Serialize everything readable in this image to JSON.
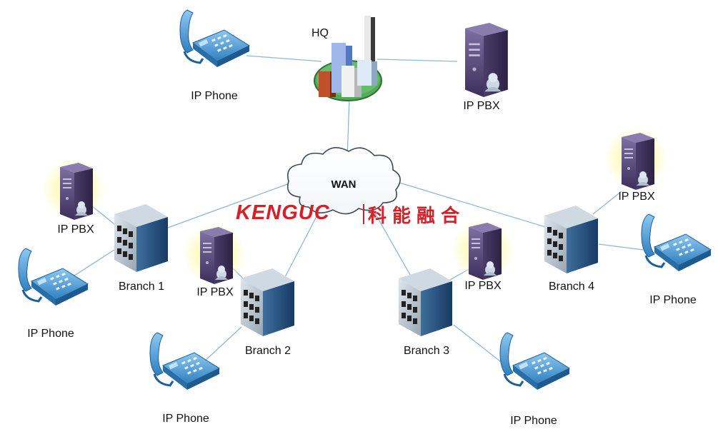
{
  "labels": {
    "hq": "HQ",
    "wan": "WAN",
    "hq_pbx": "IP PBX",
    "hq_phone": "IP Phone",
    "branch1": "Branch 1",
    "branch1_pbx": "IP PBX",
    "branch1_phone": "IP Phone",
    "branch2": "Branch 2",
    "branch2_pbx": "IP PBX",
    "branch2_phone": "IP Phone",
    "branch3": "Branch 3",
    "branch3_pbx": "IP PBX",
    "branch3_phone": "IP Phone",
    "branch4": "Branch 4",
    "branch4_pbx": "IP PBX",
    "branch4_phone": "IP Phone"
  },
  "watermark": {
    "latin": "KENGUC",
    "cjk": "科能融合"
  },
  "colors": {
    "link": "#8fb7d8",
    "server": "#5a4a7a",
    "phone": "#3b8fd0",
    "highlight": "#fff7a0",
    "watermark": "#d61f26"
  },
  "icons": {
    "hq": "office-city-icon",
    "wan": "cloud-icon",
    "pbx": "server-icon",
    "phone": "ip-phone-icon",
    "branch": "branch-building-icon"
  }
}
